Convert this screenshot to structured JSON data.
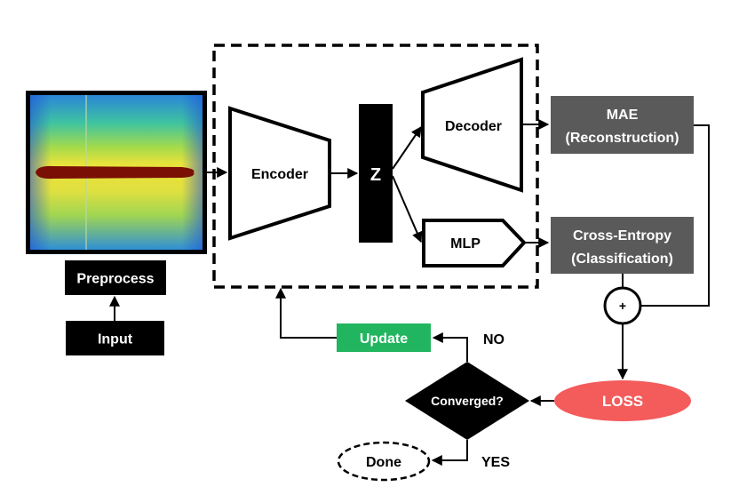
{
  "nodes": {
    "input": "Input",
    "preprocess": "Preprocess",
    "encoder": "Encoder",
    "latent": "Z",
    "decoder": "Decoder",
    "mlp": "MLP",
    "mae_line1": "MAE",
    "mae_line2": "(Reconstruction)",
    "ce_line1": "Cross-Entropy",
    "ce_line2": "(Classification)",
    "sum": "+",
    "loss": "LOSS",
    "converged": "Converged?",
    "update": "Update",
    "done": "Done",
    "no": "NO",
    "yes": "YES"
  },
  "colors": {
    "black": "#000000",
    "gray_box": "#5a5a5a",
    "update_green": "#22b55f",
    "loss_red": "#f45b5b",
    "signal_red": "#8b0000"
  }
}
